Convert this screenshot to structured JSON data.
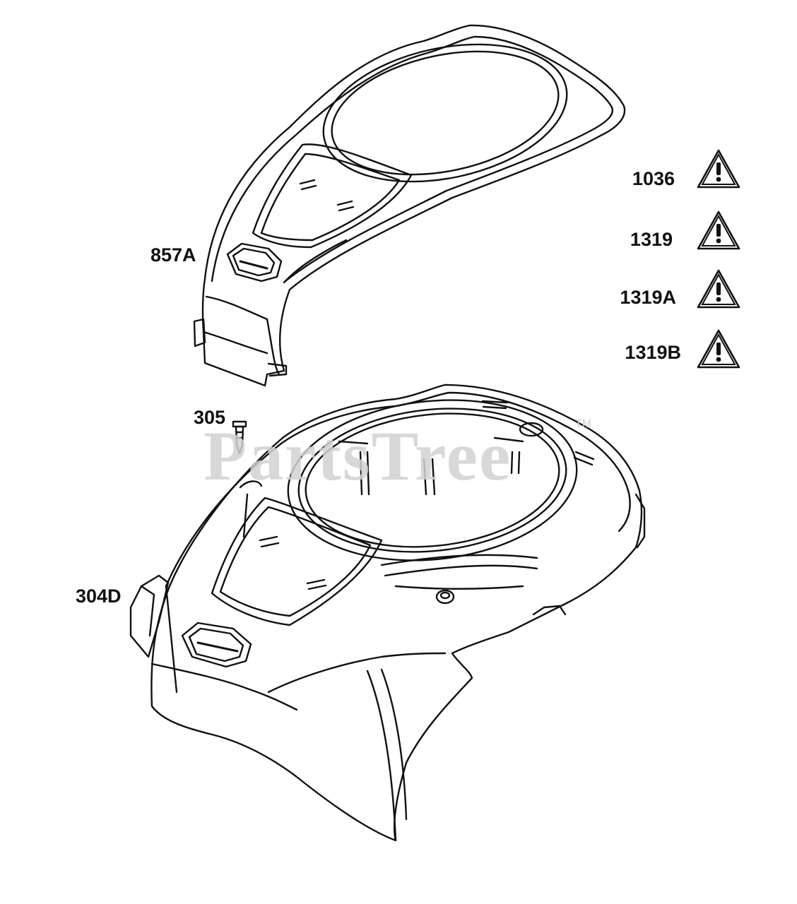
{
  "parts": [
    {
      "id": "857A",
      "label": "857A"
    },
    {
      "id": "305",
      "label": "305"
    },
    {
      "id": "304D",
      "label": "304D"
    }
  ],
  "warnings": [
    {
      "id": "1036",
      "label": "1036",
      "icon": "warning-triangle-icon"
    },
    {
      "id": "1319",
      "label": "1319",
      "icon": "warning-triangle-icon"
    },
    {
      "id": "1319A",
      "label": "1319A",
      "icon": "warning-triangle-icon"
    },
    {
      "id": "1319B",
      "label": "1319B",
      "icon": "warning-triangle-icon"
    }
  ],
  "watermark": {
    "text": "PartsTree",
    "tm": "TM"
  },
  "colors": {
    "line": "#111111",
    "watermark": "#d2d2d2",
    "background": "#ffffff"
  }
}
